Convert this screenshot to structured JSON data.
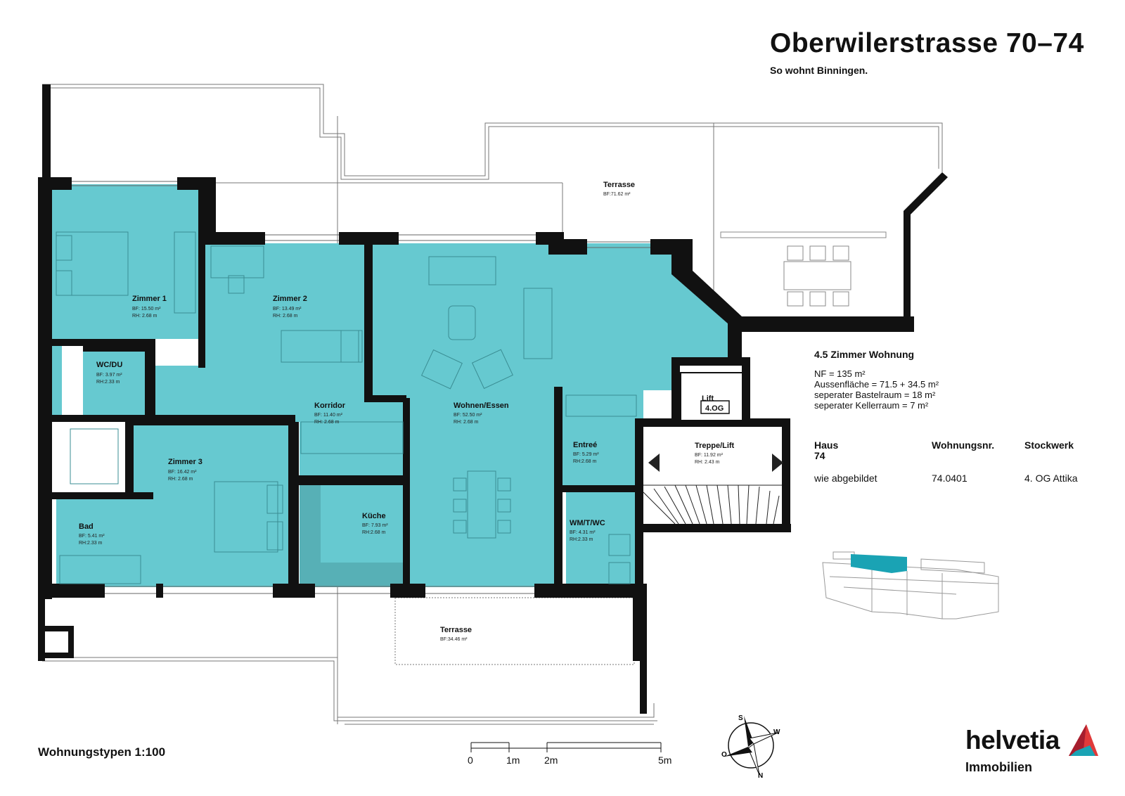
{
  "header": {
    "title": "Oberwilerstrasse  70–74",
    "subtitle": "So wohnt Binningen."
  },
  "rooms": [
    {
      "name": "Zimmer 1",
      "bf": "BF: 15.50 m²",
      "rh": "RH:  2.68 m"
    },
    {
      "name": "Zimmer 2",
      "bf": "BF: 13.49 m²",
      "rh": "RH:  2.68 m"
    },
    {
      "name": "WC/DU",
      "bf": "BF: 3.97 m²",
      "rh": "RH:2.33 m"
    },
    {
      "name": "Korridor",
      "bf": "BF: 11.40 m²",
      "rh": "RH:  2.68 m"
    },
    {
      "name": "Wohnen/Essen",
      "bf": "BF: 52.50 m²",
      "rh": "RH:  2.68 m"
    },
    {
      "name": "Zimmer 3",
      "bf": "BF: 16.42 m²",
      "rh": "RH:  2.68 m"
    },
    {
      "name": "Bad",
      "bf": "BF: 5.41 m²",
      "rh": "RH:2.33 m"
    },
    {
      "name": "Küche",
      "bf": "BF: 7.93 m²",
      "rh": "RH:2.68 m"
    },
    {
      "name": "Entreé",
      "bf": "BF: 5.29 m²",
      "rh": "RH:2.68 m"
    },
    {
      "name": "WM/T/WC",
      "bf": "BF: 4.31 m²",
      "rh": "RH:2.33 m"
    },
    {
      "name": "Treppe/Lift",
      "bf": "BF: 11.92 m²",
      "rh": "RH:  2.43 m"
    },
    {
      "name": "Terrasse",
      "bf": "BF:71.62 m²"
    },
    {
      "name": "Terrasse",
      "bf": "BF:34.46 m²"
    }
  ],
  "lift": {
    "label": "Lift",
    "floor": "4.OG"
  },
  "unit": {
    "heading": "4.5 Zimmer Wohnung",
    "facts": [
      "NF = 135 m²",
      "Aussenfläche = 71.5 + 34.5 m²",
      "seperater Bastelraum = 18 m²",
      "seperater Kellerraum = 7 m²"
    ]
  },
  "table": {
    "headers": [
      "Haus\n74",
      "Wohnungsnr.",
      "Stockwerk"
    ],
    "values": [
      "wie abgebildet",
      "74.0401",
      "4. OG Attika"
    ]
  },
  "scale": {
    "label": "Wohnungstypen 1:100",
    "ticks": [
      "0",
      "1m",
      "2m",
      "5m"
    ]
  },
  "compass": {
    "s": "S",
    "w": "W",
    "o": "O",
    "n": "N"
  },
  "brand": {
    "name": "helvetia",
    "sub": "Immobilien"
  },
  "colors": {
    "room_fill": "#66c9d0",
    "wall": "#111111",
    "accent_red": "#e03a3a",
    "accent_teal": "#1aa3b4"
  }
}
